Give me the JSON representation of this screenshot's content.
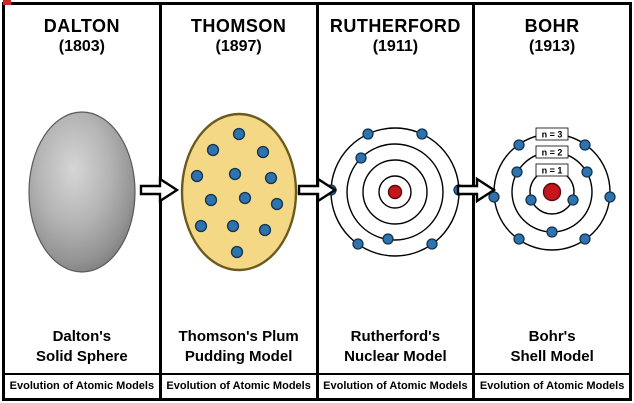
{
  "panels": [
    {
      "title": "DALTON",
      "year": "(1803)",
      "caption": "Dalton's\nSolid Sphere",
      "footer": "Evolution of Atomic Models",
      "model": "solid-sphere"
    },
    {
      "title": "THOMSON",
      "year": "(1897)",
      "caption": "Thomson's Plum\nPudding Model",
      "footer": "Evolution of Atomic Models",
      "model": "plum-pudding",
      "electron_count": 13
    },
    {
      "title": "RUTHERFORD",
      "year": "(1911)",
      "caption": "Rutherford's\nNuclear Model",
      "footer": "Evolution of Atomic Models",
      "model": "nuclear",
      "orbit_count": 4,
      "electron_count": 8
    },
    {
      "title": "BOHR",
      "year": "(1913)",
      "caption": "Bohr's\nShell Model",
      "footer": "Evolution of Atomic Models",
      "model": "shell",
      "orbit_labels": [
        "n = 3",
        "n = 2",
        "n = 1"
      ],
      "electron_count": 11
    }
  ],
  "colors": {
    "electron": "#2e72ae",
    "electron_outline": "#12344f",
    "nucleus": "#c5161d",
    "pudding": "#f4d885",
    "sphere_gray": "#a8a8a8",
    "frame": "#000000"
  }
}
